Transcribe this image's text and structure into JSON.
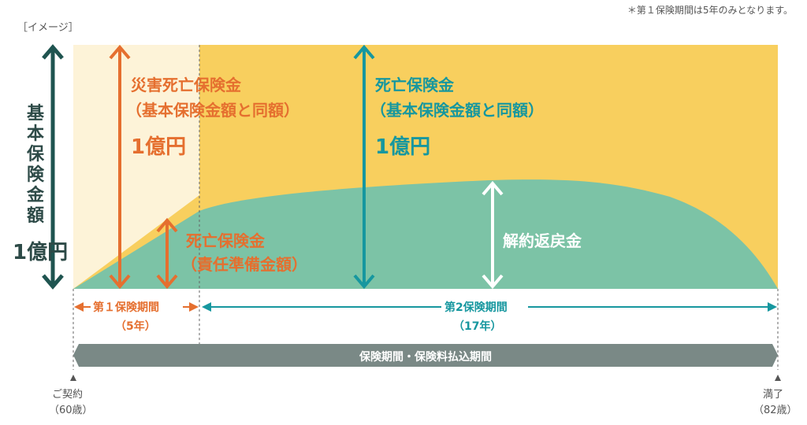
{
  "note": "＊第１保険期間は5年のみとなります。",
  "image_label": "［イメージ］",
  "y_axis_label": "基本保険金額",
  "y_axis_value": "1億円",
  "accident_death": {
    "title": "災害死亡保険金",
    "subtitle": "（基本保険金額と同額）",
    "amount": "1億円"
  },
  "death": {
    "title": "死亡保険金",
    "subtitle": "（基本保険金額と同額）",
    "amount": "1億円"
  },
  "death_reserve": {
    "title": "死亡保険金",
    "subtitle": "（責任準備金額）"
  },
  "surrender": "解約返戻金",
  "period1": {
    "label": "第１保険期間",
    "years": "（5年）"
  },
  "period2": {
    "label": "第2保険期間",
    "years": "（17年）"
  },
  "total_period": "保険期間・保険料払込期間",
  "start": {
    "label": "ご契約",
    "age": "（60歳）"
  },
  "end": {
    "label": "満了",
    "age": "（82歳）"
  },
  "colors": {
    "orange": "#e56f2f",
    "teal": "#16979f",
    "yellow": "#f8cf5e",
    "light": "#fdf3d8",
    "green": "#7cc3a6",
    "bar": "#7a8986"
  }
}
